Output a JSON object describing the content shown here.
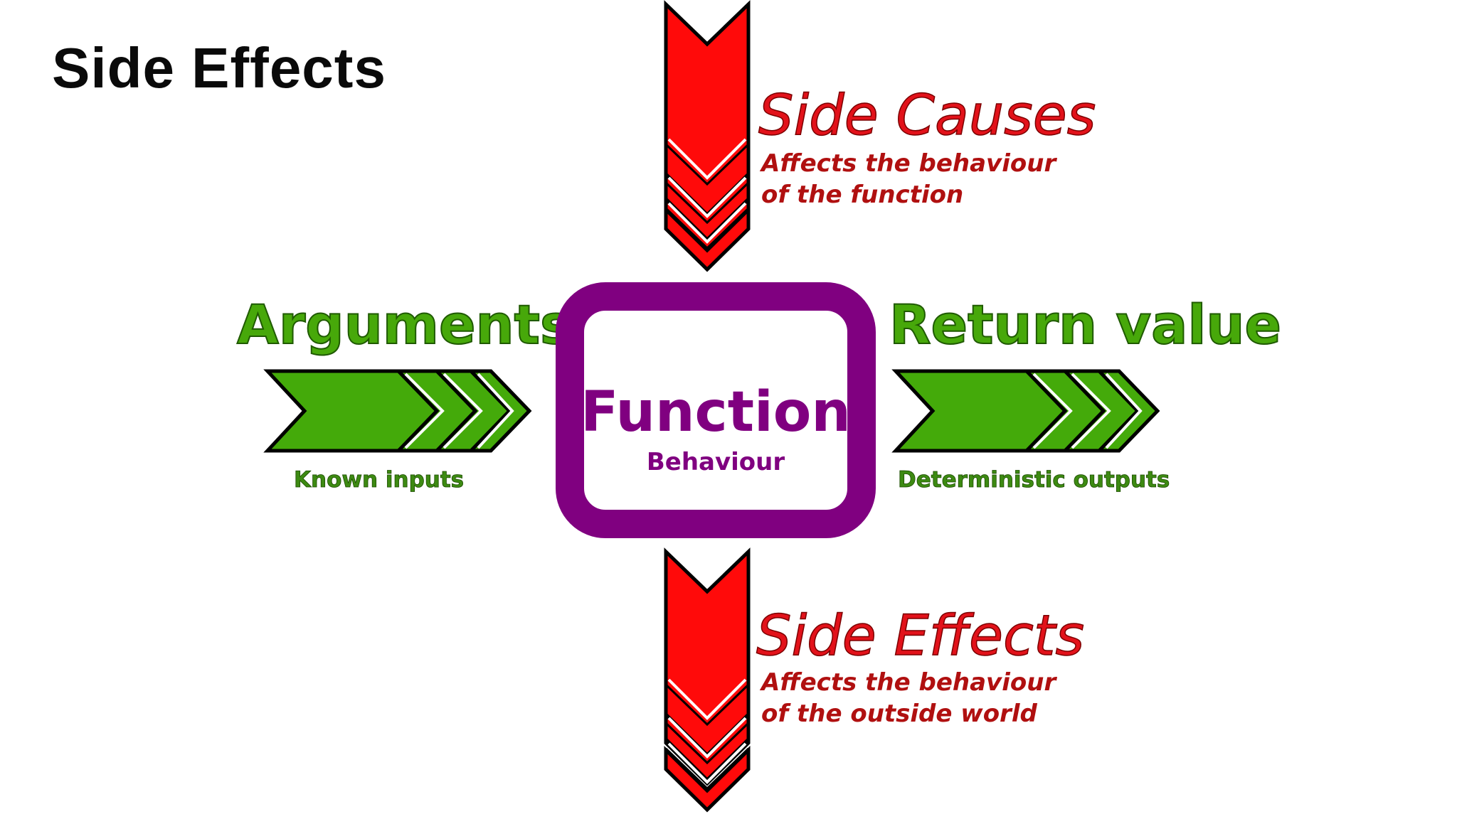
{
  "title": "Side Effects",
  "side_causes": {
    "heading": "Side Causes",
    "line1": "Affects the behaviour",
    "line2": "of the function"
  },
  "side_effects": {
    "heading": "Side Effects",
    "line1": "Affects the behaviour",
    "line2": "of the outside world"
  },
  "arguments": {
    "heading": "Arguments",
    "caption": "Known inputs"
  },
  "return_value": {
    "heading": "Return value",
    "caption": "Deterministic outputs"
  },
  "function_box": {
    "title": "Function",
    "subtitle": "Behaviour"
  },
  "colors": {
    "red_arrow": "#ff0a0a",
    "green_arrow": "#44aa0a",
    "function_border": "#800080"
  }
}
